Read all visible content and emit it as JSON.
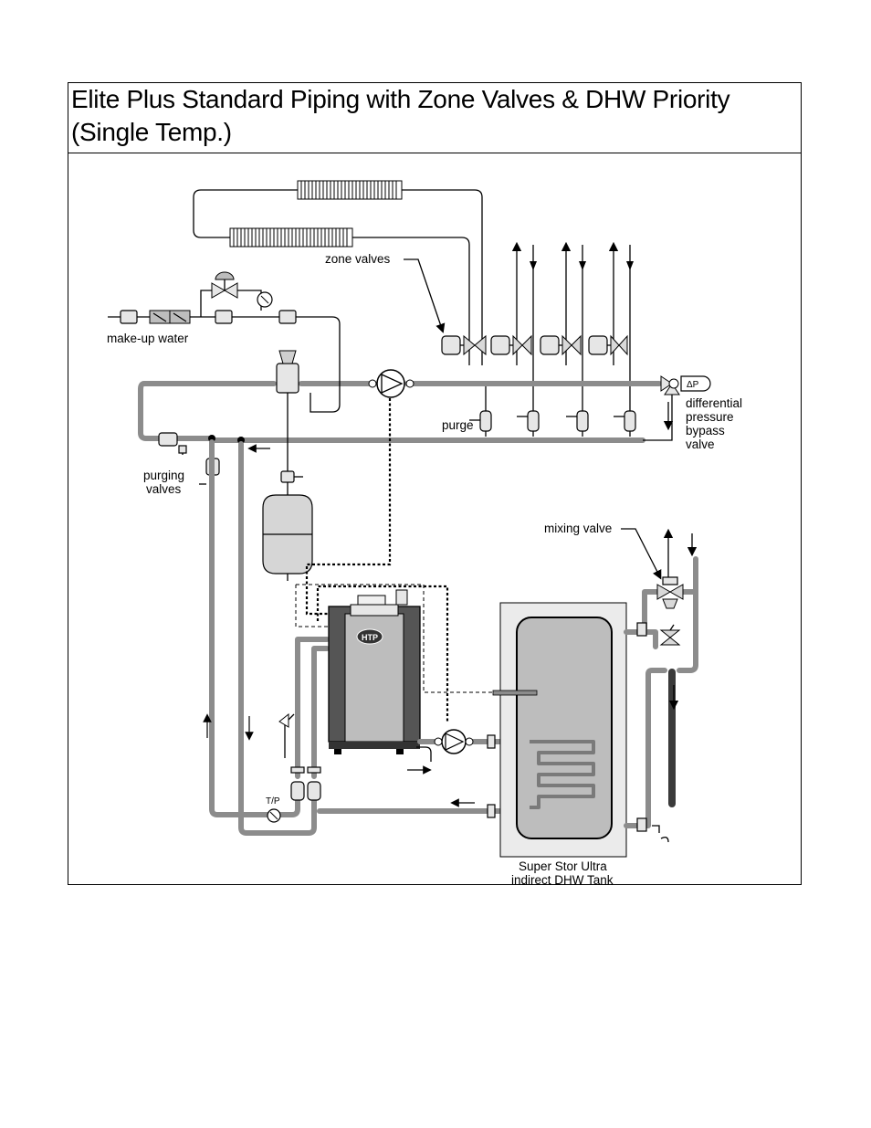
{
  "title": {
    "line1": "Elite Plus Standard Piping with Zone Valves & DHW Priority",
    "line2": "(Single Temp.)"
  },
  "labels": {
    "zone_valves": "zone valves",
    "makeup_water": "make-up water",
    "purge": "purge",
    "dp_line1": "differential",
    "dp_line2": "pressure",
    "dp_line3": "bypass",
    "dp_line4": "valve",
    "dp_symbol": "ΔP",
    "purging_line1": "purging",
    "purging_line2": "valves",
    "mixing_valve": "mixing valve",
    "tp": "T/P",
    "boiler_logo": "HTP",
    "tank_line1": "Super Stor Ultra",
    "tank_line2": "indirect DHW Tank"
  }
}
